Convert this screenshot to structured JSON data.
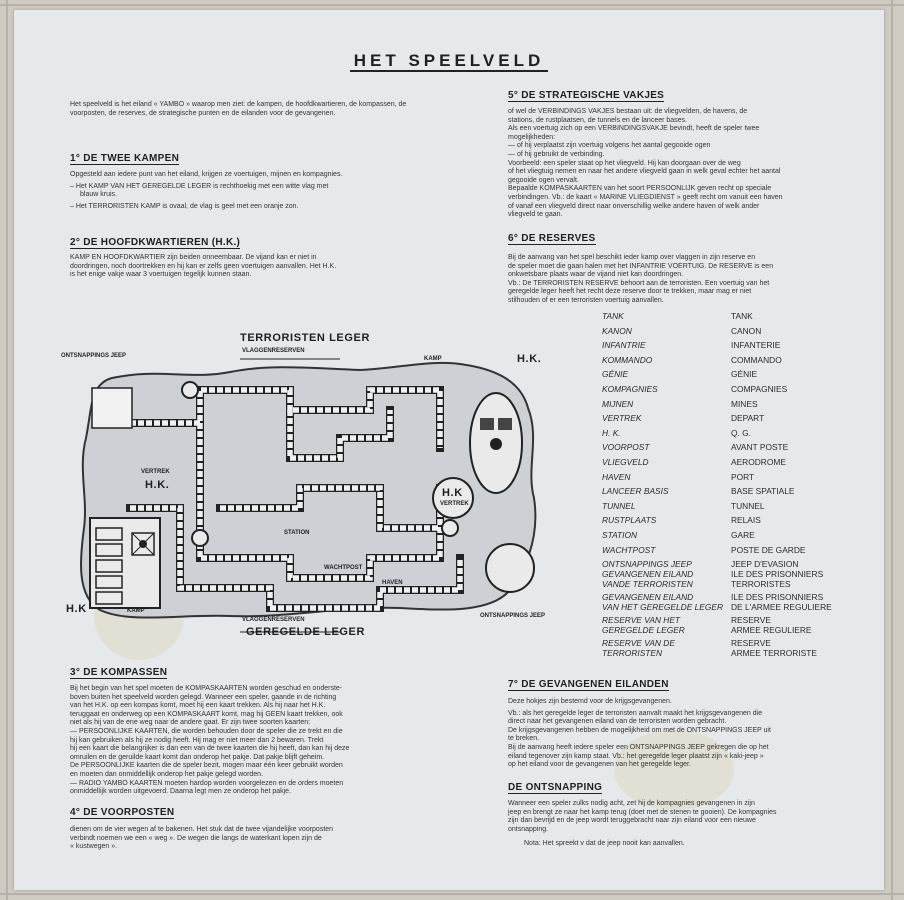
{
  "title": "HET SPEELVELD",
  "intro": "Het speelveld is het eiland « YAMBO » waarop men ziet: de kampen, de hoofdkwartieren, de kompassen, de voorposten, de reserves, de strategische punten en de eilanden voor de gevangenen.",
  "s1": {
    "heading": "1° DE TWEE KAMPEN",
    "lines": [
      "Opgesteld aan iedere punt van het eiland, krijgen ze voertuigen, mijnen en kompagnies.",
      "– Het KAMP VAN HET GEREGELDE LEGER is rechthoekig met een witte vlag met",
      "blauw kruis.",
      "– Het TERRORISTEN KAMP is ovaal, de vlag is geel met een oranje zon."
    ]
  },
  "s2": {
    "heading": "2° DE HOOFDKWARTIEREN (H.K.)",
    "lines": [
      "KAMP EN HOOFDKWARTIER zijn beiden onneembaar. De vijand kan er niet in",
      "doordringen, noch doortrekken en hij kan er zelfs geen voertuigen aanvallen. Het H.K.",
      "is het enige vakje waar 3 voertuigen tegelijk kunnen staan."
    ]
  },
  "map": {
    "terroristen_leger": "TERRORISTEN LEGER",
    "geregelde_leger": "GEREGELDE LEGER",
    "vlaggenreserven_top": "VLAGGENRESERVEN",
    "vlaggenreserven_bottom": "VLAGGENRESERVEN",
    "ontsnappings_jeep_top": "ONTSNAPPINGS JEEP",
    "ontsnappings_jeep_bottom": "ONTSNAPPINGS JEEP",
    "hk_top_right": "H.K.",
    "hk_bottom_left": "H.K",
    "hk_circle": "H.K.",
    "kamp_top": "KAMP",
    "kamp_bottom": "KAMP",
    "vertrek_left": "VERTREK",
    "vertrek_right": "VERTREK",
    "hk_vertrek": "H.K",
    "station": "STATION",
    "wachtpost": "WACHTPOST",
    "haven": "HAVEN"
  },
  "s3": {
    "heading": "3° DE KOMPASSEN",
    "lines": [
      "Bij het begin van het spel moeten de KOMPASKAARTEN worden geschud en onderste-",
      "boven buiten het speelveld worden gelegd. Wanneer een speler, gaande in de richting",
      "van het H.K. op een kompas komt, moet hij een kaart trekken. Als hij naar het H.K.",
      "teruggaat en onderweg op een KOMPASKAART komt, mag hij GEEN kaart trekken, ook",
      "niet als hij van de ene weg naar de andere gaat. Er zijn twee soorten kaarten:",
      "— PERSOONLIJKE KAARTEN, die worden behouden door de speler die ze trekt en die",
      "hij kan gebruiken als hij ze nodig heeft. Hij mag er niet meer dan 2 bewaren. Trekt",
      "hij een kaart die belangrijker is dan een van de twee kaarten die hij heeft, dan kan hij deze",
      "omruilen en de geruilde kaart komt dan onderop het pakje. Dat pakje blijft geheim.",
      "De PERSOONLIJKE kaarten die de speler bezit, mogen maar één keer gebruikt worden",
      "en moeten dan onmiddellijk onderop het pakje gelegd worden.",
      "— RADIO YAMBO KAARTEN moeten hardop worden voorgelezen en de orders moeten",
      "onmiddellijk worden uitgevoerd. Daarna legt men ze onderop het pakje."
    ]
  },
  "s4": {
    "heading": "4° DE VOORPOSTEN",
    "lines": [
      "dienen om de vier wegen af te bakenen. Het stuk dat de twee vijandelijke voorposten",
      "verbindt noemen we een « weg ». De wegen die langs de waterkant lopen zijn de",
      "« kustwegen »."
    ]
  },
  "s5": {
    "heading": "5° DE STRATEGISCHE VAKJES",
    "lines": [
      "of wel de VERBINDINGS VAKJES bestaan uit: de vliegvelden, de havens, de",
      "stations, de rustplaatsen, de tunnels en de lanceer bases.",
      "Als een voertuig zich op een VERBINDINGSVAKJE bevindt, heeft de speler twee",
      "mogelijkheden:",
      "— of hij verplaatst zijn voertuig volgens het aantal gegooide ogen",
      "— of hij gebruikt de verbinding.",
      "Voorbeeld: een speler staat op het vliegveld. Hij kan doorgaan over de weg",
      "of het vliegtuig nemen en naar het andere vliegveld gaan in welk geval echter het aantal",
      "gegooide ogen vervalt.",
      "Bepaalde KOMPASKAARTEN van het soort PERSOONLIJK geven recht op speciale",
      "verbindingen. Vb.: de kaart « MARINE VLIEGDIENST » geeft recht om vanuit een haven",
      "of vanaf een vliegveld direct naar onverschillig welke andere haven of welk ander",
      "vliegveld te gaan."
    ]
  },
  "s6": {
    "heading": "6° DE RESERVES",
    "lines": [
      "Bij de aanvang van het spel beschikt ieder kamp over vlaggen in zijn reserve en",
      "de speler moet die gaan halen met het INFANTRIE VOERTUIG. De RESERVE is een",
      "onkwetsbare plaats waar de vijand niet kan doordringen.",
      "Vb.: De TERRORISTEN RESERVE behoort aan de terroristen. Een voertuig van het",
      "geregelde leger heeft het recht deze reserve door te trekken, maar mag er niet",
      "stilhouden of er een terroristen voertuig aanvallen."
    ]
  },
  "glossary": {
    "dutch": "TANK\nKANON\nINFANTRIE\nKOMMANDO\nGÉNIE\nKOMPAGNIES\nMIJNEN\nVERTREK\nH. K.\nVOORPOST\nVLIEGVELD\nHAVEN\nLANCEER BASIS\nTUNNEL\nRUSTPLAATS\nSTATION\nWACHTPOST\nONTSNAPPINGS JEEP",
    "french": "TANK\nCANON\nINFANTERIE\nCOMMANDO\nGÉNIE\nCOMPAGNIES\nMINES\nDEPART\nQ. G.\nAVANT POSTE\nAERODROME\nPORT\nBASE SPATIALE\nTUNNEL\nRELAIS\nGARE\nPOSTE DE GARDE\nJEEP D'EVASION",
    "dutch_extra": [
      "GEVANGENEN EILAND\nVANDE TERRORISTEN",
      "GEVANGENEN EILAND\nVAN HET GEREGELDE LEGER",
      "RESERVE VAN HET\nGEREGELDE LEGER",
      "RESERVE VAN DE\nTERRORISTEN"
    ],
    "french_extra": [
      "ILE DES PRISONNIERS\nTERRORISTES",
      "ILE DES PRISONNIERS\nDE L'ARMEE REGULIERE",
      "RESERVE\nARMEE REGULIERE",
      "RESERVE\nARMEE TERRORISTE"
    ]
  },
  "s7": {
    "heading": "7° DE GEVANGENEN EILANDEN",
    "lines": [
      "Deze hokjes zijn bestemd voor de krijgsgevangenen.",
      "Vb.: als het geregelde leger de terroristen aanvalt maakt het krijgsgevangenen die",
      "direct naar het gevangenen eiland van de terroristen worden gebracht.",
      "De krijgsgevangenen hebben de mogelijkheid om met de ONTSNAPPINGS JEEP uit",
      "te breken.",
      "Bij de aanvang heeft iedere speler een ONTSNAPPINGS JEEP gekregen die op het",
      "eiland tegenover zijn kamp staat. Vb.: het geregelde leger plaatst zijn « kaki-jeep »",
      "op het eiland voor de gevangenen van het geregelde leger."
    ]
  },
  "s8": {
    "heading": "DE ONTSNAPPING",
    "lines": [
      "Wanneer een speler zulks nodig acht, zet hij de kompagnies gevangenen in zijn",
      "jeep en brengt ze naar het kamp terug (doet met de stenen te gooien). De kompagnies",
      "zijn dan bevrijd en de jeep wordt teruggebracht naar zijn eiland voor een nieuwe",
      "ontsnapping.",
      "Nota: Het spreekt v          dat de jeep nooit kan aanvallen."
    ]
  }
}
